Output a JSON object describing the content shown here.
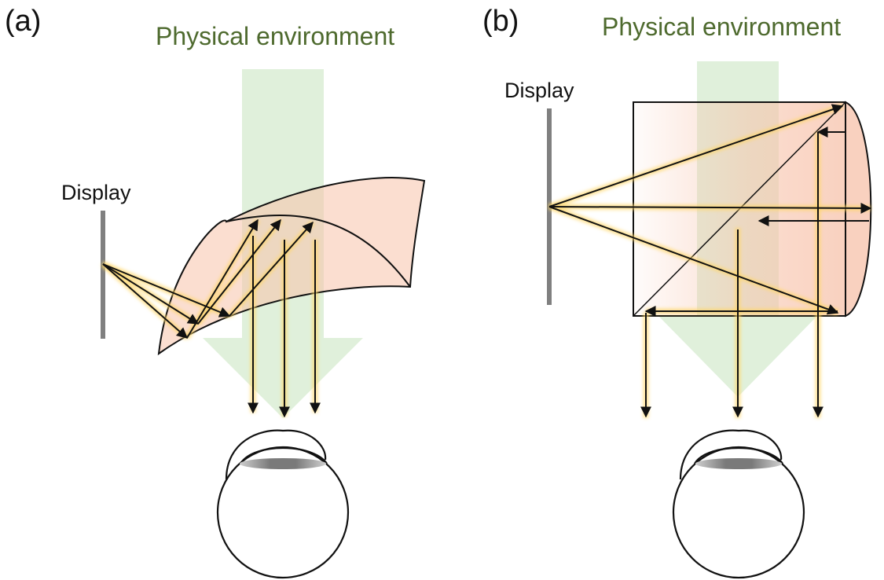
{
  "panels": [
    {
      "id": "a",
      "label": "(a)",
      "environment_label": "Physical environment",
      "display_label": "Display"
    },
    {
      "id": "b",
      "label": "(b)",
      "environment_label": "Physical environment",
      "display_label": "Display"
    }
  ],
  "colors": {
    "environment_text": "#4e6a2e",
    "environment_arrow": "#cfe8c8",
    "optic_fill": "#f7c2aa",
    "display_bar": "#808080",
    "ray": "#111111",
    "ray_glow": "#ffd76a",
    "lens": "#8c8c8c"
  }
}
